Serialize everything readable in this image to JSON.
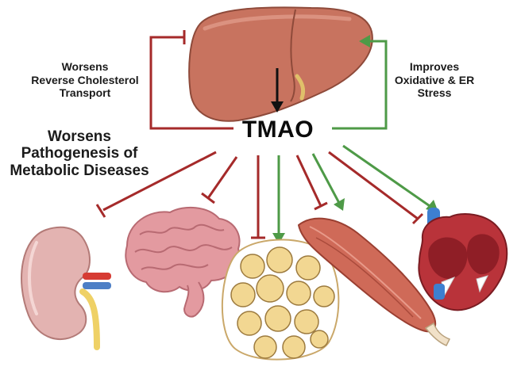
{
  "center_label": "TMAO",
  "labels": {
    "left_effect": [
      "Worsens",
      "Reverse Cholesterol",
      "Transport"
    ],
    "right_effect": [
      "Improves",
      "Oxidative & ER",
      "Stress"
    ],
    "diseases": [
      "Worsens",
      "Pathogenesis of",
      "Metabolic Diseases"
    ]
  },
  "colors": {
    "inhibit": "#a52a2a",
    "promote": "#4e9a47",
    "liver": "#c8735f",
    "arrow": "#111111"
  },
  "organs": [
    "liver-icon",
    "kidney-icon",
    "brain-icon",
    "adipose-tissue-icon",
    "muscle-icon",
    "heart-icon"
  ]
}
